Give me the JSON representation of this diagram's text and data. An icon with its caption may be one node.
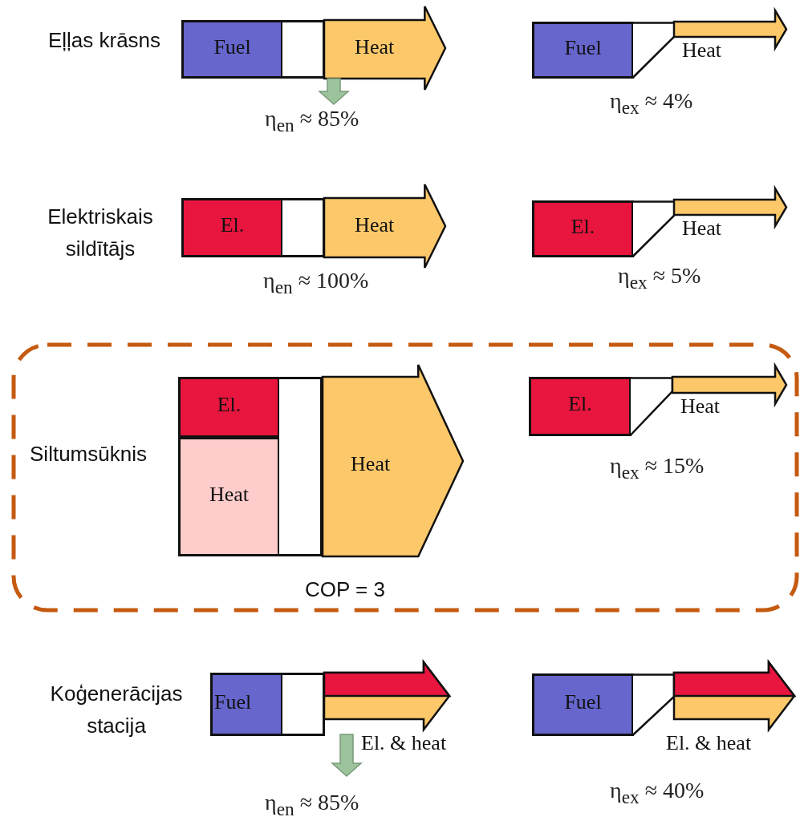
{
  "diagram": {
    "nodes": [
      {
        "text": [
          "Fuel"
        ]
      },
      {
        "text": [],
        "shape": "box"
      },
      {
        "text": [
          "Heat"
        ]
      },
      {
        "text": [
          "Fuel"
        ]
      },
      {
        "text": [],
        "shape": "box"
      },
      {
        "text": [
          "Heat"
        ]
      },
      {
        "text": [
          "El."
        ]
      },
      {
        "text": [],
        "shape": "box"
      },
      {
        "text": [
          "Heat"
        ]
      },
      {
        "text": [
          "El."
        ]
      },
      {
        "text": [],
        "shape": "box"
      },
      {
        "text": [
          "Heat"
        ]
      },
      {
        "text": [
          "Siltumsūknis"
        ]
      },
      {
        "text": [
          "El."
        ],
        "in": 12
      },
      {
        "text": [
          "Heat"
        ],
        "in": 12
      },
      {
        "text": [],
        "shape": "box",
        "in": 12
      },
      {
        "text": [
          "Heat"
        ],
        "in": 12
      },
      {
        "text": [
          "El."
        ],
        "in": 12
      },
      {
        "text": [],
        "shape": "box",
        "in": 12
      },
      {
        "text": [
          "Heat"
        ],
        "in": 12
      },
      {
        "text": [
          "Fuel"
        ]
      },
      {
        "text": [],
        "shape": "box"
      },
      {
        "text": [],
        "shape": "arrow",
        "beside": [
          "El. & heat"
        ]
      },
      {
        "text": [
          "Fuel"
        ]
      },
      {
        "text": [],
        "shape": "box"
      },
      {
        "text": [],
        "shape": "arrow",
        "beside": [
          "El. & heat"
        ]
      }
    ],
    "edges": [],
    "labels": [
      "Eļļas krāsns",
      "η$_{en}$ ≈ 85%",
      "η$_{ex}$ ≈ 4%",
      "Elektriskais sildītājs",
      "η$_{en}$ ≈ 100%",
      "η$_{ex}$ ≈ 5%",
      "η$_{ex}$ ≈ 15%",
      "COP = 3",
      "Koģenerācijas stacija",
      "η$_{en}$ ≈ 85%",
      "η$_{ex}$ ≈ 40%"
    ]
  }
}
